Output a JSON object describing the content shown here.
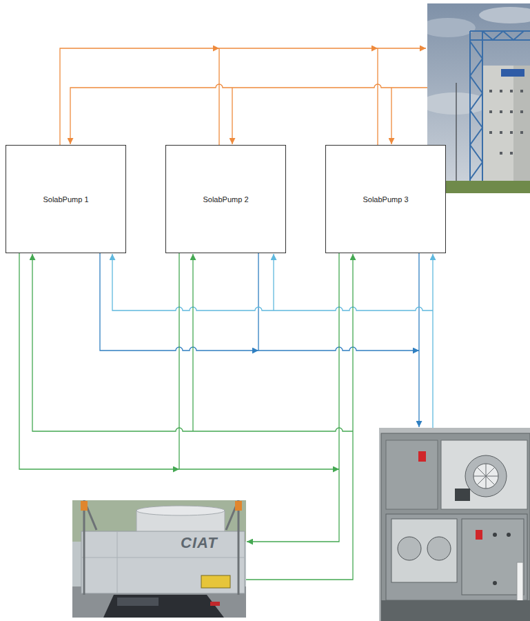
{
  "diagram": {
    "nodes": [
      {
        "text": [
          "SolabPump 1"
        ]
      },
      {
        "text": [
          "SolabPump 2"
        ]
      },
      {
        "text": [
          "SolabPump 3"
        ]
      }
    ],
    "labels": [
      "CIAT"
    ]
  }
}
